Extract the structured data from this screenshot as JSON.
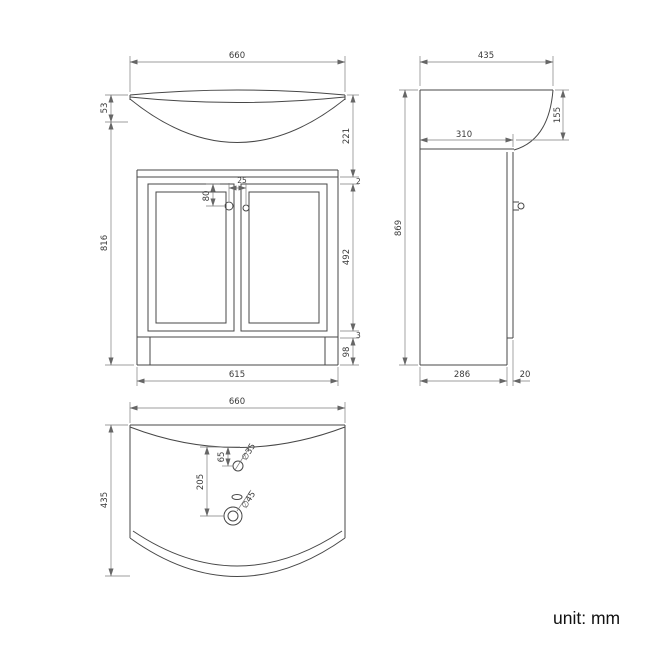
{
  "unit_label": "unit: mm",
  "front_view": {
    "dims": {
      "width_top": "660",
      "rim_height": "53",
      "body_height": "816",
      "basin_to_counter": "221",
      "gap_top": "2",
      "door_height": "492",
      "gap_bottom": "3",
      "plinth_height": "98",
      "handle_drop": "80",
      "handle_spacing": "25",
      "width_bottom": "615"
    }
  },
  "side_view": {
    "dims": {
      "depth_top": "435",
      "basin_fall": "155",
      "counter_depth": "310",
      "total_height": "869",
      "base_depth": "286",
      "door_thickness": "20"
    }
  },
  "top_view": {
    "dims": {
      "width": "660",
      "depth": "435",
      "tap_hole_offset": "65",
      "waste_offset": "205",
      "tap_hole_dia": "∅35",
      "waste_dia": "∅45"
    }
  }
}
